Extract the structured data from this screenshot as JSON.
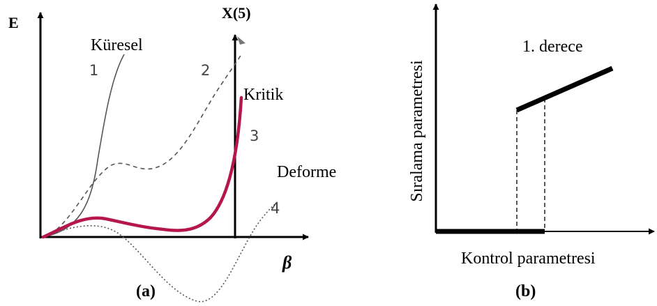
{
  "panel_a": {
    "y_axis_label": "E",
    "x_axis_label": "β",
    "vertical_line_label": "X(5)",
    "caption": "(a)",
    "curves": [
      {
        "number": "1",
        "name": "Küresel",
        "style": "solid-gray"
      },
      {
        "number": "2",
        "name": "",
        "style": "dashed-gray"
      },
      {
        "number": "3",
        "name": "Kritik",
        "style": "thick-crimson"
      },
      {
        "number": "4",
        "name": "Deforme",
        "style": "dotted-gray"
      }
    ]
  },
  "panel_b": {
    "y_axis_label": "Sıralama parametresi",
    "x_axis_label": "Kontrol parametresi",
    "line_label": "1. derece",
    "caption": "(b)"
  },
  "colors": {
    "axis": "#000000",
    "curve_gray": "#555555",
    "critical": "#b5174a"
  }
}
